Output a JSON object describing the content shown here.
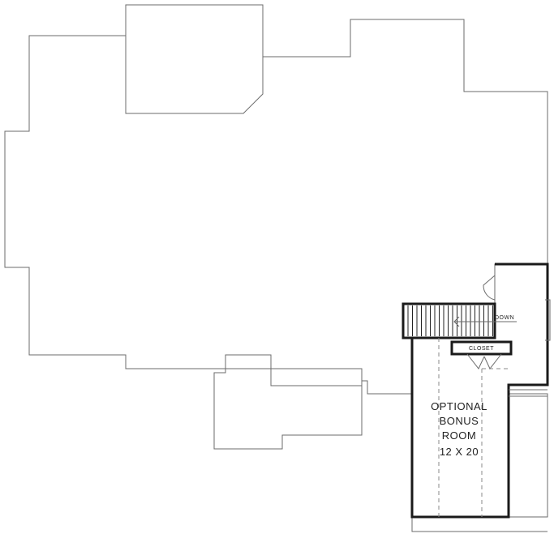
{
  "plan": {
    "stair_label": "DOWN",
    "closet_label": "CLOSET",
    "room": {
      "line1": "OPTIONAL",
      "line2": "BONUS",
      "line3": "ROOM",
      "dimensions": "12 X 20"
    }
  }
}
